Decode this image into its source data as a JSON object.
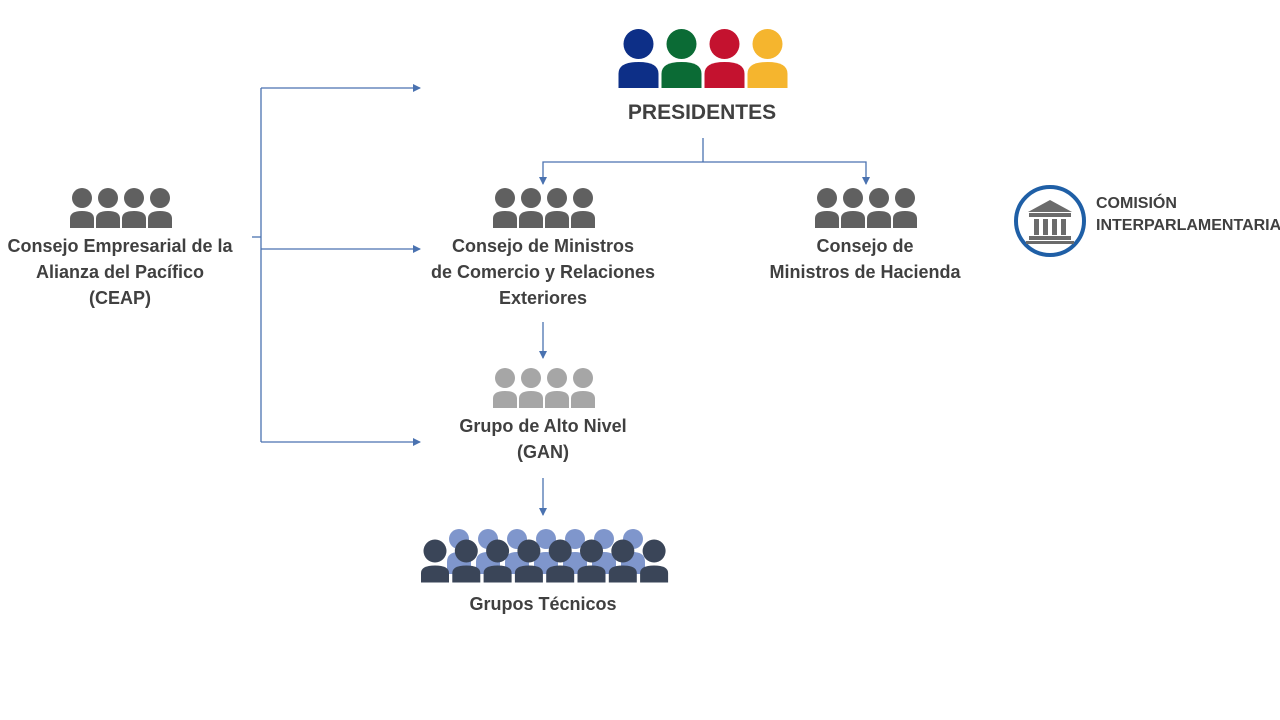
{
  "nodes": {
    "presidentes": {
      "lines": [
        "PRESIDENTES"
      ],
      "icon": "four-persons-colored-icon",
      "person_colors": [
        "#0d2f87",
        "#0b6b35",
        "#c4122f",
        "#f5b52e"
      ]
    },
    "ceap": {
      "lines": [
        "Consejo Empresarial  de la",
        "Alianza del Pacífico",
        "(CEAP)"
      ],
      "icon": "four-persons-icon",
      "color": "#606060"
    },
    "ministros_comercio": {
      "lines": [
        "Consejo de Ministros",
        "de Comercio y Relaciones",
        "Exteriores"
      ],
      "icon": "four-persons-icon",
      "color": "#606060"
    },
    "ministros_hacienda": {
      "lines": [
        "Consejo de",
        "Ministros  de Hacienda"
      ],
      "icon": "four-persons-icon",
      "color": "#606060"
    },
    "comision": {
      "lines": [
        "COMISIÓN",
        "INTERPARLAMENTARIA"
      ],
      "icon": "institution-building-icon",
      "ring_color": "#1f5fa6"
    },
    "gan": {
      "lines": [
        "Grupo  de Alto Nivel",
        "(GAN)"
      ],
      "icon": "four-persons-light-icon",
      "color": "#a6a6a6"
    },
    "grupos_tecnicos": {
      "lines": [
        "Grupos  Técnicos"
      ],
      "icon": "crowd-icon",
      "back_color": "#7f96cc",
      "front_color": "#3a4558"
    }
  },
  "connector_color": "#4a72b0",
  "edges": [
    {
      "from": "presidentes",
      "to": "ministros_comercio"
    },
    {
      "from": "presidentes",
      "to": "ministros_hacienda"
    },
    {
      "from": "ceap",
      "to": "presidentes"
    },
    {
      "from": "ceap",
      "to": "ministros_comercio"
    },
    {
      "from": "ceap",
      "to": "gan"
    },
    {
      "from": "ministros_comercio",
      "to": "gan"
    },
    {
      "from": "gan",
      "to": "grupos_tecnicos"
    }
  ]
}
